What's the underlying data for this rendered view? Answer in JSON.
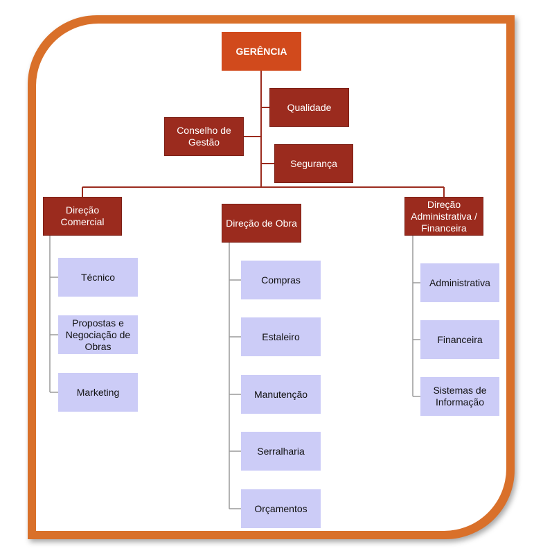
{
  "top": "GERÊNCIA",
  "staff": {
    "qualidade": "Qualidade",
    "conselho": "Conselho de\nGestão",
    "seguranca": "Segurança"
  },
  "directions": {
    "comercial": {
      "label": "Direção\nComercial",
      "items": [
        "Técnico",
        "Propostas e\nNegociação de\nObras",
        "Marketing"
      ]
    },
    "obra": {
      "label": "Direção de Obra",
      "items": [
        "Compras",
        "Estaleiro",
        "Manutenção",
        "Serralharia",
        "Orçamentos"
      ]
    },
    "administrativa": {
      "label": "Direção\nAdministrativa /\nFinanceira",
      "items": [
        "Administrativa",
        "Financeira",
        "Sistemas de\nInformação"
      ]
    }
  },
  "colors": {
    "frame": "#d9702a",
    "top_box": "#d14a1c",
    "unit_box": "#9b2b1e",
    "sub_box": "#ccccf7",
    "connector": "#9b2b1e"
  }
}
